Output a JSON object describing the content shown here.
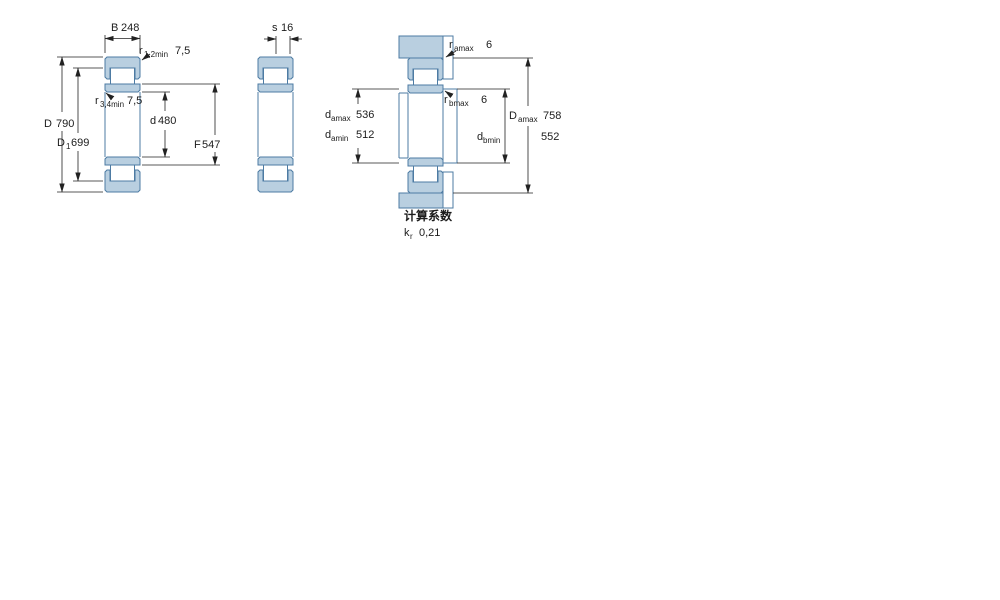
{
  "colors": {
    "bearing_fill": "#b9cfe0",
    "bearing_outline": "#4d7ba3",
    "dimension_line": "#222222",
    "background": "#ffffff"
  },
  "views": {
    "left": {
      "name": "bearing-cross-section",
      "dims": [
        {
          "label": "B",
          "sub": "",
          "value": "248"
        },
        {
          "label": "r",
          "sub": "1,2min",
          "value": "7,5"
        },
        {
          "label": "r",
          "sub": "3,4min",
          "value": "7,5"
        },
        {
          "label": "D",
          "sub": "",
          "value": "790"
        },
        {
          "label": "D",
          "sub": "1",
          "value": "699"
        },
        {
          "label": "d",
          "sub": "",
          "value": "480"
        },
        {
          "label": "F",
          "sub": "",
          "value": "547"
        }
      ]
    },
    "middle": {
      "name": "bearing-side-section",
      "dims": [
        {
          "label": "s",
          "sub": "",
          "value": "16"
        }
      ]
    },
    "right": {
      "name": "abutment-dimensions",
      "dims": [
        {
          "label": "r",
          "sub": "amax",
          "value": "6"
        },
        {
          "label": "r",
          "sub": "bmax",
          "value": "6"
        },
        {
          "label": "d",
          "sub": "amax",
          "value": "536"
        },
        {
          "label": "d",
          "sub": "amin",
          "value": "512"
        },
        {
          "label": "d",
          "sub": "bmin",
          "value": "552"
        },
        {
          "label": "D",
          "sub": "amax",
          "value": "758"
        }
      ]
    },
    "factors": {
      "title": "计算系数",
      "items": [
        {
          "label": "k",
          "sub": "r",
          "value": "0,21"
        }
      ]
    }
  }
}
